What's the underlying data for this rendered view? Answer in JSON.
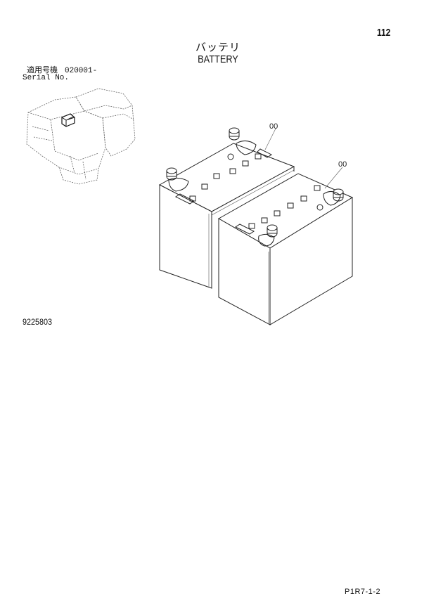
{
  "header": {
    "page_number": "112",
    "title_jp": "バッテリ",
    "title_en": "BATTERY"
  },
  "serial": {
    "label_jp": "適用号機",
    "value": "020001-",
    "label_en": "Serial No."
  },
  "illustration": {
    "callouts": [
      {
        "id": "callout-battery-1",
        "label": "00"
      },
      {
        "id": "callout-battery-2",
        "label": "00"
      }
    ]
  },
  "drawing_number": "9225803",
  "footer": {
    "code": "P1R7-1-2"
  }
}
